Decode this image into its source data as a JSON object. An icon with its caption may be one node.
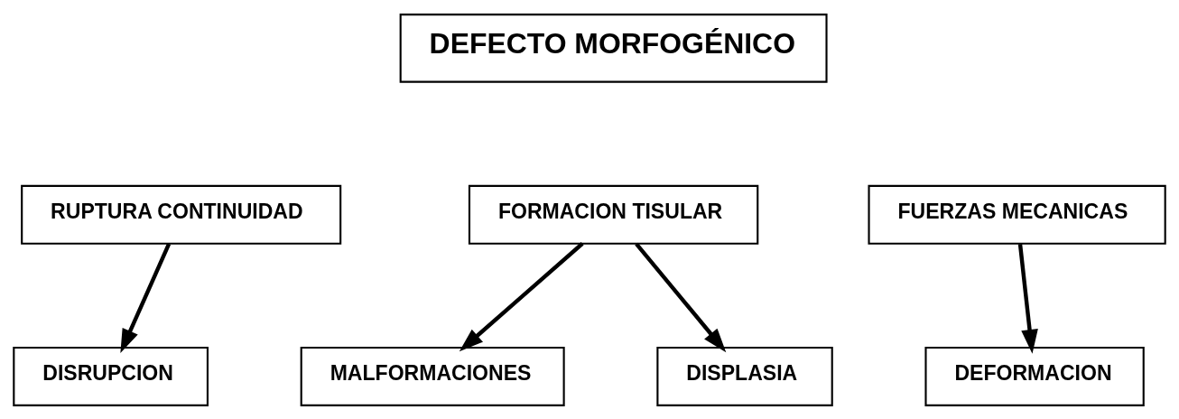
{
  "diagram": {
    "nodes": [
      {
        "text": [
          "DEFECTO MORFOGÉNICO"
        ]
      },
      {
        "text": [
          "RUPTURA CONTINUIDAD"
        ]
      },
      {
        "text": [
          "FORMACION TISULAR"
        ]
      },
      {
        "text": [
          "FUERZAS MECANICAS"
        ]
      },
      {
        "text": [
          "MALFORMACIONES"
        ]
      },
      {
        "text": [
          "DISPLASIA"
        ]
      },
      {
        "text": [
          "DISRUPCION"
        ]
      },
      {
        "text": [
          "DEFORMACION"
        ]
      }
    ],
    "edges": [
      {
        "from": 2,
        "to": 4,
        "arrow": "to"
      },
      {
        "from": 2,
        "to": 5,
        "arrow": "to"
      },
      {
        "from": 3,
        "to": 7,
        "arrow": "to"
      },
      {
        "from": 1,
        "to": 6,
        "arrow": "to"
      }
    ]
  }
}
